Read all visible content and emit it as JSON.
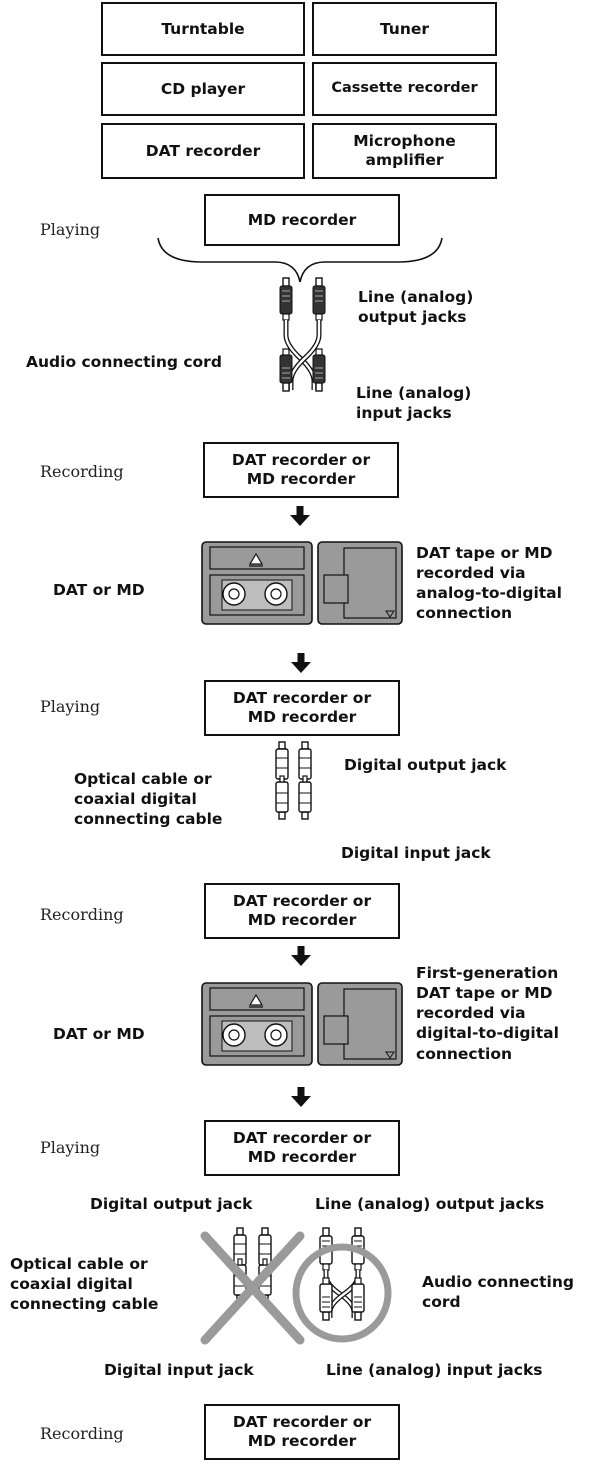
{
  "sources": {
    "turntable": "Turntable",
    "tuner": "Tuner",
    "cd_player": "CD player",
    "cassette_recorder": "Cassette recorder",
    "dat_recorder": "DAT recorder",
    "microphone_amplifier": "Microphone\namplifier",
    "md_recorder": "MD recorder"
  },
  "stages": {
    "playing": "Playing",
    "recording": "Recording"
  },
  "section1": {
    "line_output": "Line (analog)\noutput jacks",
    "audio_cord": "Audio connecting cord",
    "line_input": "Line (analog)\ninput jacks",
    "recorder": "DAT recorder or\nMD recorder",
    "media_label": "DAT or MD",
    "media_note": "DAT tape or MD\nrecorded via\nanalog-to-digital\nconnection"
  },
  "section2": {
    "player": "DAT recorder or\nMD recorder",
    "optical_cable": "Optical cable or\ncoaxial digital\nconnecting cable",
    "digital_output": "Digital output jack",
    "digital_input": "Digital input jack",
    "recorder": "DAT recorder or\nMD recorder",
    "media_label": "DAT or MD",
    "media_note": "First-generation\nDAT tape or MD\nrecorded via\ndigital-to-digital\nconnection"
  },
  "section3": {
    "player": "DAT recorder or\nMD recorder",
    "digital_output": "Digital output jack",
    "line_output": "Line (analog) output jacks",
    "optical_cable": "Optical cable or\ncoaxial digital\nconnecting cable",
    "audio_cord": "Audio connecting\ncord",
    "digital_input": "Digital input jack",
    "line_input": "Line (analog) input jacks",
    "recorder": "DAT recorder or\nMD recorder"
  },
  "colors": {
    "ink": "#111111",
    "media_fill": "#9a9a9a",
    "forbidden_mark": "#9a9a9a",
    "allowed_mark": "#9a9a9a"
  },
  "icons": [
    "arrow-down-icon",
    "cassette-icon",
    "minidisc-icon",
    "rca-plug-icon",
    "optical-plug-icon",
    "cross-icon",
    "circle-icon"
  ]
}
